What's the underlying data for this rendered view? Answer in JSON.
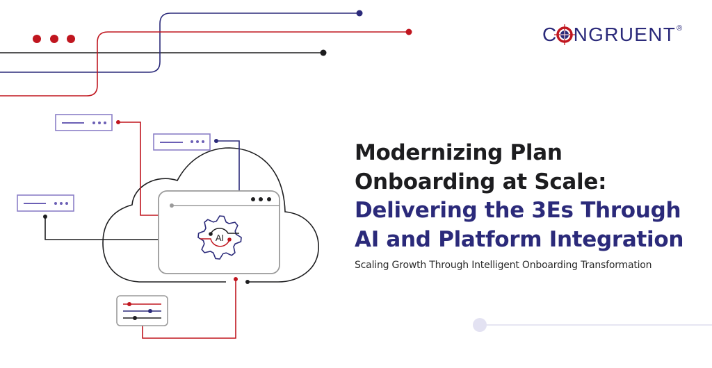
{
  "brand": {
    "name": "CONGRUENT",
    "registered": "®"
  },
  "headline": {
    "line1": "Modernizing Plan",
    "line2": "Onboarding at Scale:",
    "line3": "Delivering the 3Es Through",
    "line4": "AI and Platform Integration"
  },
  "subtitle": "Scaling Growth Through Intelligent Onboarding Transformation",
  "illustration": {
    "gear_label": "AI"
  },
  "colors": {
    "navy": "#2b2a7a",
    "red": "#c0161f",
    "dark": "#1d1d1f",
    "lavender": "#8a7fc7"
  }
}
